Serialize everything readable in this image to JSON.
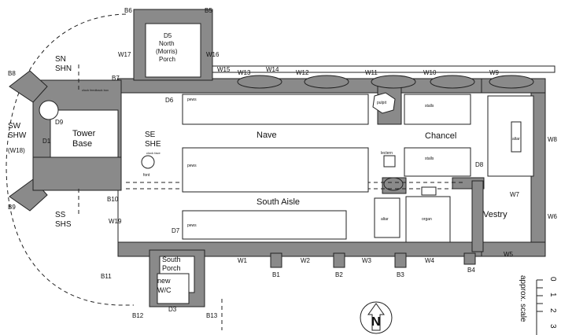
{
  "spaces": {
    "tower_base": "Tower\nBase",
    "nave": "Nave",
    "chancel": "Chancel",
    "south_aisle": "South Aisle",
    "vestry": "Vestry",
    "north_porch": "D5\nNorth\n(Morris)\nPorch",
    "south_porch": "South\nPorch",
    "new_wc": "new\nW/C"
  },
  "doors": [
    "D1",
    "D3",
    "D6",
    "D7",
    "D8",
    "D9"
  ],
  "windows": [
    "W1",
    "W2",
    "W3",
    "W4",
    "W5",
    "W6",
    "W7",
    "W8",
    "W9",
    "W10",
    "W11",
    "W12",
    "W13",
    "W14",
    "W15",
    "W16",
    "W17",
    "(W18)",
    "W19"
  ],
  "buttresses": [
    "B1",
    "B2",
    "B3",
    "B4",
    "B5",
    "B6",
    "B7",
    "B8",
    "B9",
    "B10",
    "B11",
    "B12",
    "B13"
  ],
  "directions": {
    "sn": "SN\nSHN",
    "sw": "SW\nSHW",
    "se": "SE\nSHE",
    "ss": "SS\nSHS"
  },
  "fixtures": {
    "pews": "pews",
    "stalls": "stalls",
    "altar": "altar",
    "organ": "organ",
    "pulpit": "pulpit",
    "lectern": "lectern",
    "font": "font",
    "clock_feedback_box": "clock feedback box",
    "clock_face": "clock face"
  },
  "scale": {
    "ticks": [
      "0",
      "1",
      "2",
      "3"
    ],
    "label": "approx. scale"
  },
  "north_arrow": "N"
}
